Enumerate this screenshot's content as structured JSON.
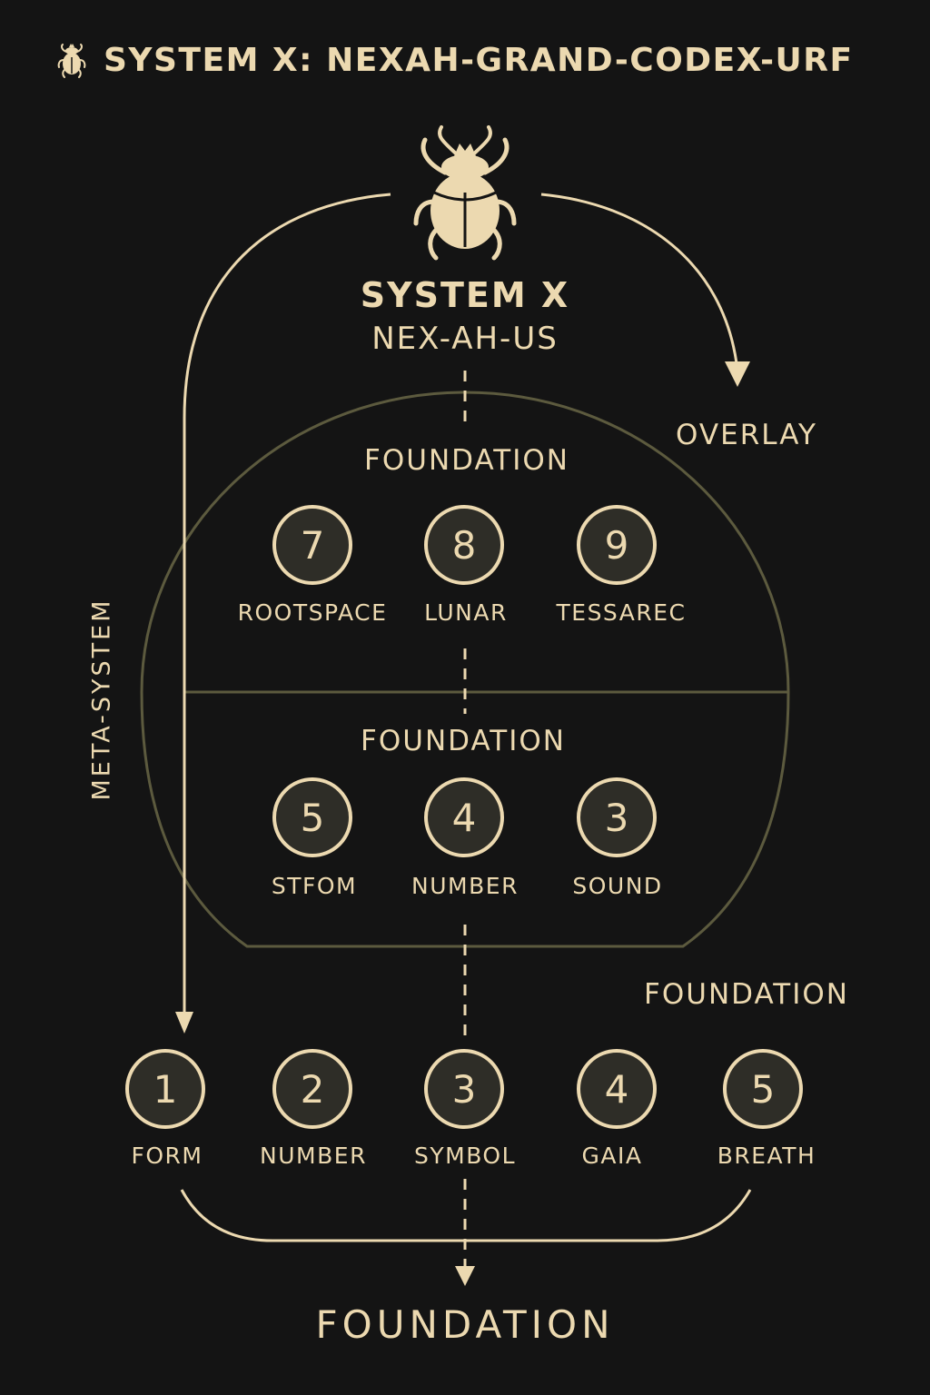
{
  "header": {
    "title": "SYSTEM X: NEXAH-GRAND-CODEX-URF",
    "icon": "scarab-icon"
  },
  "top": {
    "icon": "scarab-icon",
    "title": "SYSTEM X",
    "subtitle": "NEX-AH-US"
  },
  "labels": {
    "overlay": "OVERLAY",
    "meta_system": "META-SYSTEM",
    "upper_foundation": "FOUNDATION",
    "middle_foundation": "FOUNDATION",
    "right_foundation": "FOUNDATION",
    "bottom_foundation": "FOUNDATION"
  },
  "upper_nodes": [
    {
      "number": "7",
      "label": "ROOTSPACE"
    },
    {
      "number": "8",
      "label": "LUNAR"
    },
    {
      "number": "9",
      "label": "TESSAREC"
    }
  ],
  "middle_nodes": [
    {
      "number": "5",
      "label": "STFOM"
    },
    {
      "number": "4",
      "label": "NUMBER"
    },
    {
      "number": "3",
      "label": "SOUND"
    }
  ],
  "bottom_nodes": [
    {
      "number": "1",
      "label": "FORM"
    },
    {
      "number": "2",
      "label": "NUMBER"
    },
    {
      "number": "3",
      "label": "SYMBOL"
    },
    {
      "number": "4",
      "label": "GAIA"
    },
    {
      "number": "5",
      "label": "BREATH"
    }
  ],
  "colors": {
    "background": "#141414",
    "accent": "#ecd9b0",
    "node_fill": "#2e2d27",
    "dome_line": "#5c5a3e"
  }
}
